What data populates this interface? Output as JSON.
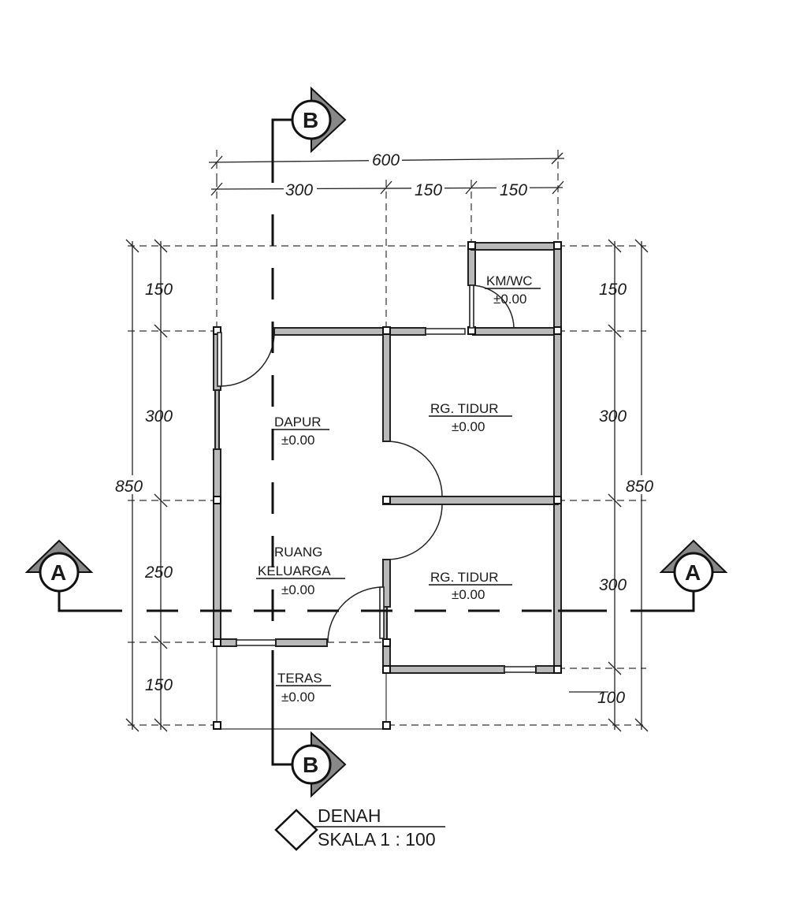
{
  "dimensions": {
    "total_width": "600",
    "segment_1": "300",
    "segment_2": "150",
    "segment_3": "150",
    "left_1": "150",
    "left_2": "300",
    "left_3": "250",
    "left_4": "150",
    "left_total": "850",
    "right_1": "150",
    "right_2": "300",
    "right_3": "300",
    "right_4": "100",
    "right_total": "850"
  },
  "rooms": {
    "km_wc": {
      "name": "KM/WC",
      "level": "±0.00"
    },
    "dapur": {
      "name": "DAPUR",
      "level": "±0.00"
    },
    "tidur_1": {
      "name": "RG. TIDUR",
      "level": "±0.00"
    },
    "ruang_keluarga": {
      "name_line1": "RUANG",
      "name_line2": "KELUARGA",
      "level": "±0.00"
    },
    "tidur_2": {
      "name": "RG. TIDUR",
      "level": "±0.00"
    },
    "teras": {
      "name": "TERAS",
      "level": "±0.00"
    }
  },
  "section_markers": {
    "top_b": "B",
    "bottom_b": "B",
    "left_a": "A",
    "right_a": "A"
  },
  "title": {
    "name": "DENAH",
    "scale": "SKALA 1 : 100"
  },
  "colors": {
    "line": "#222222",
    "wall_fill": "#b9b9b9",
    "background": "#ffffff"
  }
}
